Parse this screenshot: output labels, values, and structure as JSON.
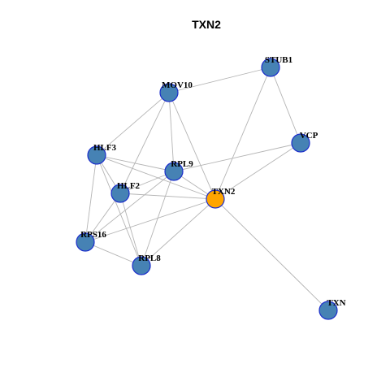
{
  "title": "TXN2",
  "colors": {
    "default_node": "#4682B4",
    "default_node_border": "#1C2ECC",
    "focus_node": "#FFA500",
    "focus_node_border": "#1C2ECC",
    "edge": "#B4B4B4"
  },
  "nodes": [
    {
      "id": "STUB1",
      "label": "STUB1",
      "focus": false
    },
    {
      "id": "MOV10",
      "label": "MOV10",
      "focus": false
    },
    {
      "id": "VCP",
      "label": "VCP",
      "focus": false
    },
    {
      "id": "HLF3",
      "label": "HLF3",
      "focus": false
    },
    {
      "id": "RPL9",
      "label": "RPL9",
      "focus": false
    },
    {
      "id": "HLF2",
      "label": "HLF2",
      "focus": false
    },
    {
      "id": "TXN2",
      "label": "TXN2",
      "focus": true
    },
    {
      "id": "RPS16",
      "label": "RPS16",
      "focus": false
    },
    {
      "id": "RPL8",
      "label": "RPL8",
      "focus": false
    },
    {
      "id": "TXN",
      "label": "TXN",
      "focus": false
    }
  ],
  "edges": [
    [
      "MOV10",
      "STUB1"
    ],
    [
      "STUB1",
      "VCP"
    ],
    [
      "STUB1",
      "TXN2"
    ],
    [
      "MOV10",
      "HLF3"
    ],
    [
      "MOV10",
      "RPL9"
    ],
    [
      "MOV10",
      "HLF2"
    ],
    [
      "MOV10",
      "TXN2"
    ],
    [
      "VCP",
      "RPL9"
    ],
    [
      "VCP",
      "TXN2"
    ],
    [
      "HLF3",
      "RPL9"
    ],
    [
      "HLF3",
      "HLF2"
    ],
    [
      "HLF3",
      "TXN2"
    ],
    [
      "HLF3",
      "RPS16"
    ],
    [
      "HLF3",
      "RPL8"
    ],
    [
      "RPL9",
      "HLF2"
    ],
    [
      "RPL9",
      "TXN2"
    ],
    [
      "RPL9",
      "RPS16"
    ],
    [
      "RPL9",
      "RPL8"
    ],
    [
      "HLF2",
      "TXN2"
    ],
    [
      "HLF2",
      "RPS16"
    ],
    [
      "HLF2",
      "RPL8"
    ],
    [
      "TXN2",
      "RPS16"
    ],
    [
      "TXN2",
      "RPL8"
    ],
    [
      "TXN2",
      "TXN"
    ],
    [
      "RPS16",
      "RPL8"
    ]
  ]
}
